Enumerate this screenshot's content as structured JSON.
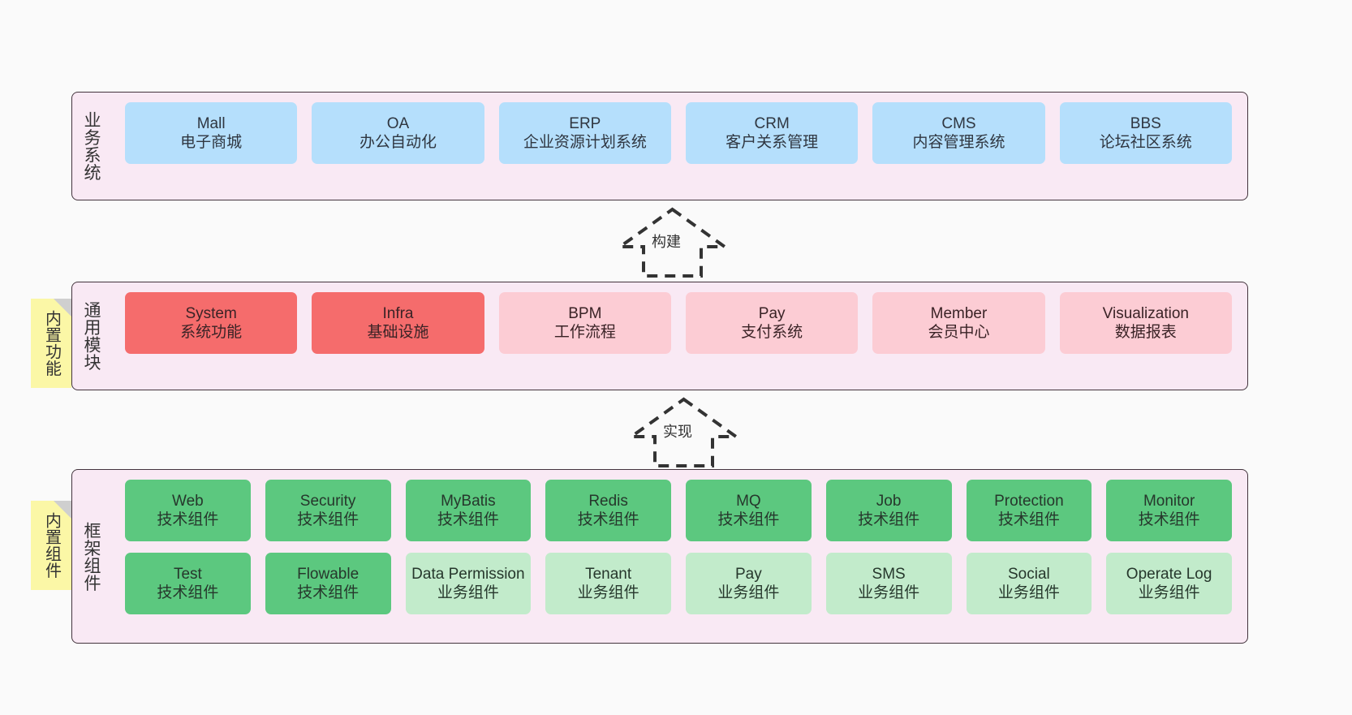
{
  "diagram": {
    "background_color": "#fafafa",
    "layer_fill": "#f9e9f4",
    "layer_border": "#43343d",
    "note_color": "#fbf7a6",
    "colors": {
      "business": "#b5dffc",
      "module_active": "#f56c6c",
      "module_plain": "#fcccd4",
      "tech_component": "#5cc87f",
      "biz_component": "#c2ebcb"
    }
  },
  "layers": {
    "business": {
      "title": "业务系统",
      "nodes": [
        {
          "name": "Mall",
          "desc": "电子商城"
        },
        {
          "name": "OA",
          "desc": "办公自动化"
        },
        {
          "name": "ERP",
          "desc": "企业资源计划系统"
        },
        {
          "name": "CRM",
          "desc": "客户关系管理"
        },
        {
          "name": "CMS",
          "desc": "内容管理系统"
        },
        {
          "name": "BBS",
          "desc": "论坛社区系统"
        }
      ]
    },
    "modules": {
      "title": "通用模块",
      "note": "内置功能",
      "nodes": [
        {
          "name": "System",
          "desc": "系统功能",
          "style": "active"
        },
        {
          "name": "Infra",
          "desc": "基础设施",
          "style": "active"
        },
        {
          "name": "BPM",
          "desc": "工作流程",
          "style": "plain"
        },
        {
          "name": "Pay",
          "desc": "支付系统",
          "style": "plain"
        },
        {
          "name": "Member",
          "desc": "会员中心",
          "style": "plain"
        },
        {
          "name": "Visualization",
          "desc": "数据报表",
          "style": "plain"
        }
      ]
    },
    "framework": {
      "title": "框架组件",
      "note": "内置组件",
      "row1": [
        {
          "name": "Web",
          "desc": "技术组件",
          "style": "tech"
        },
        {
          "name": "Security",
          "desc": "技术组件",
          "style": "tech"
        },
        {
          "name": "MyBatis",
          "desc": "技术组件",
          "style": "tech"
        },
        {
          "name": "Redis",
          "desc": "技术组件",
          "style": "tech"
        },
        {
          "name": "MQ",
          "desc": "技术组件",
          "style": "tech"
        },
        {
          "name": "Job",
          "desc": "技术组件",
          "style": "tech"
        },
        {
          "name": "Protection",
          "desc": "技术组件",
          "style": "tech"
        },
        {
          "name": "Monitor",
          "desc": "技术组件",
          "style": "tech"
        }
      ],
      "row2": [
        {
          "name": "Test",
          "desc": "技术组件",
          "style": "tech"
        },
        {
          "name": "Flowable",
          "desc": "技术组件",
          "style": "tech"
        },
        {
          "name": "Data Permission",
          "desc": "业务组件",
          "style": "biz"
        },
        {
          "name": "Tenant",
          "desc": "业务组件",
          "style": "biz"
        },
        {
          "name": "Pay",
          "desc": "业务组件",
          "style": "biz"
        },
        {
          "name": "SMS",
          "desc": "业务组件",
          "style": "biz"
        },
        {
          "name": "Social",
          "desc": "业务组件",
          "style": "biz"
        },
        {
          "name": "Operate Log",
          "desc": "业务组件",
          "style": "biz"
        }
      ]
    }
  },
  "arrows": [
    {
      "label": "构建",
      "from": "通用模块",
      "to": "业务系统"
    },
    {
      "label": "实现",
      "from": "框架组件",
      "to": "通用模块"
    }
  ]
}
